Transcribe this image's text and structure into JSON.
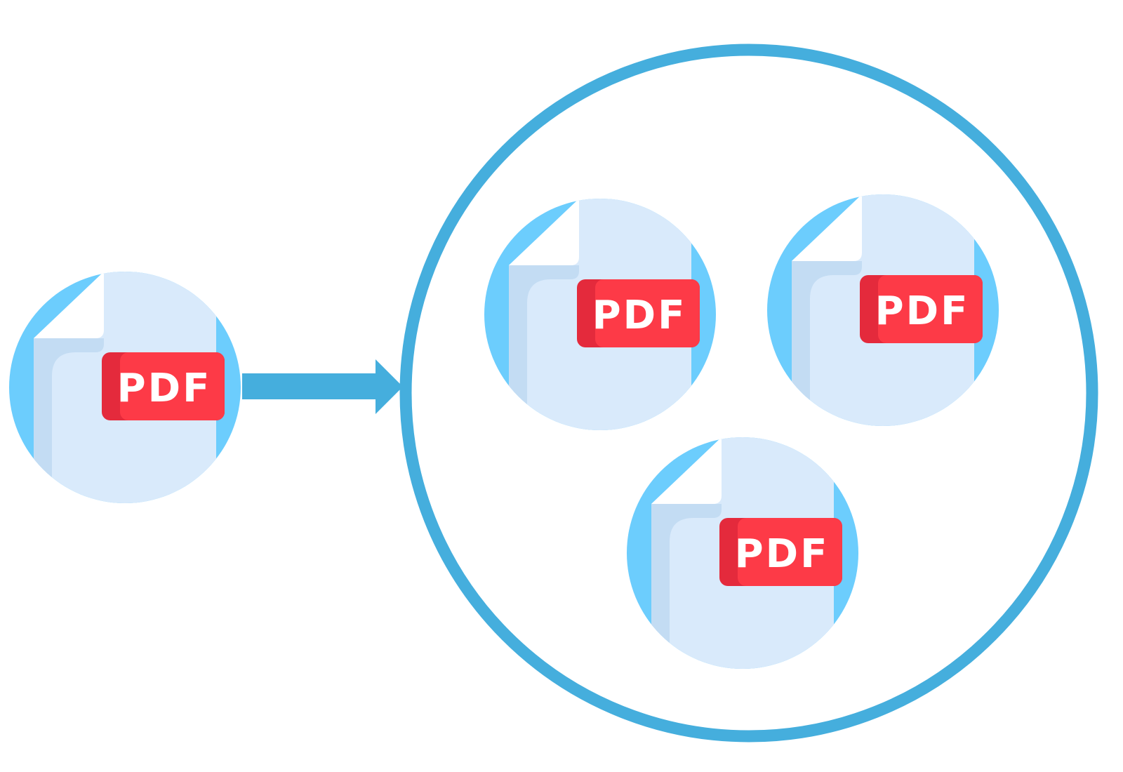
{
  "diagram": {
    "source_file": {
      "label": "PDF",
      "icon": "pdf-file-icon"
    },
    "arrow": {
      "icon": "arrow-right-icon"
    },
    "output_group": {
      "files": [
        {
          "label": "PDF",
          "icon": "pdf-file-icon"
        },
        {
          "label": "PDF",
          "icon": "pdf-file-icon"
        },
        {
          "label": "PDF",
          "icon": "pdf-file-icon"
        }
      ]
    }
  },
  "colors": {
    "circle_bg": "#6ccdfd",
    "page": "#d9eafb",
    "page_shadow": "#c3dcf3",
    "fold": "#ffffff",
    "badge": "#fd3a47",
    "badge_dark": "#e42a3c",
    "arrow": "#45aedd",
    "outer_ring": "#45aedd"
  }
}
